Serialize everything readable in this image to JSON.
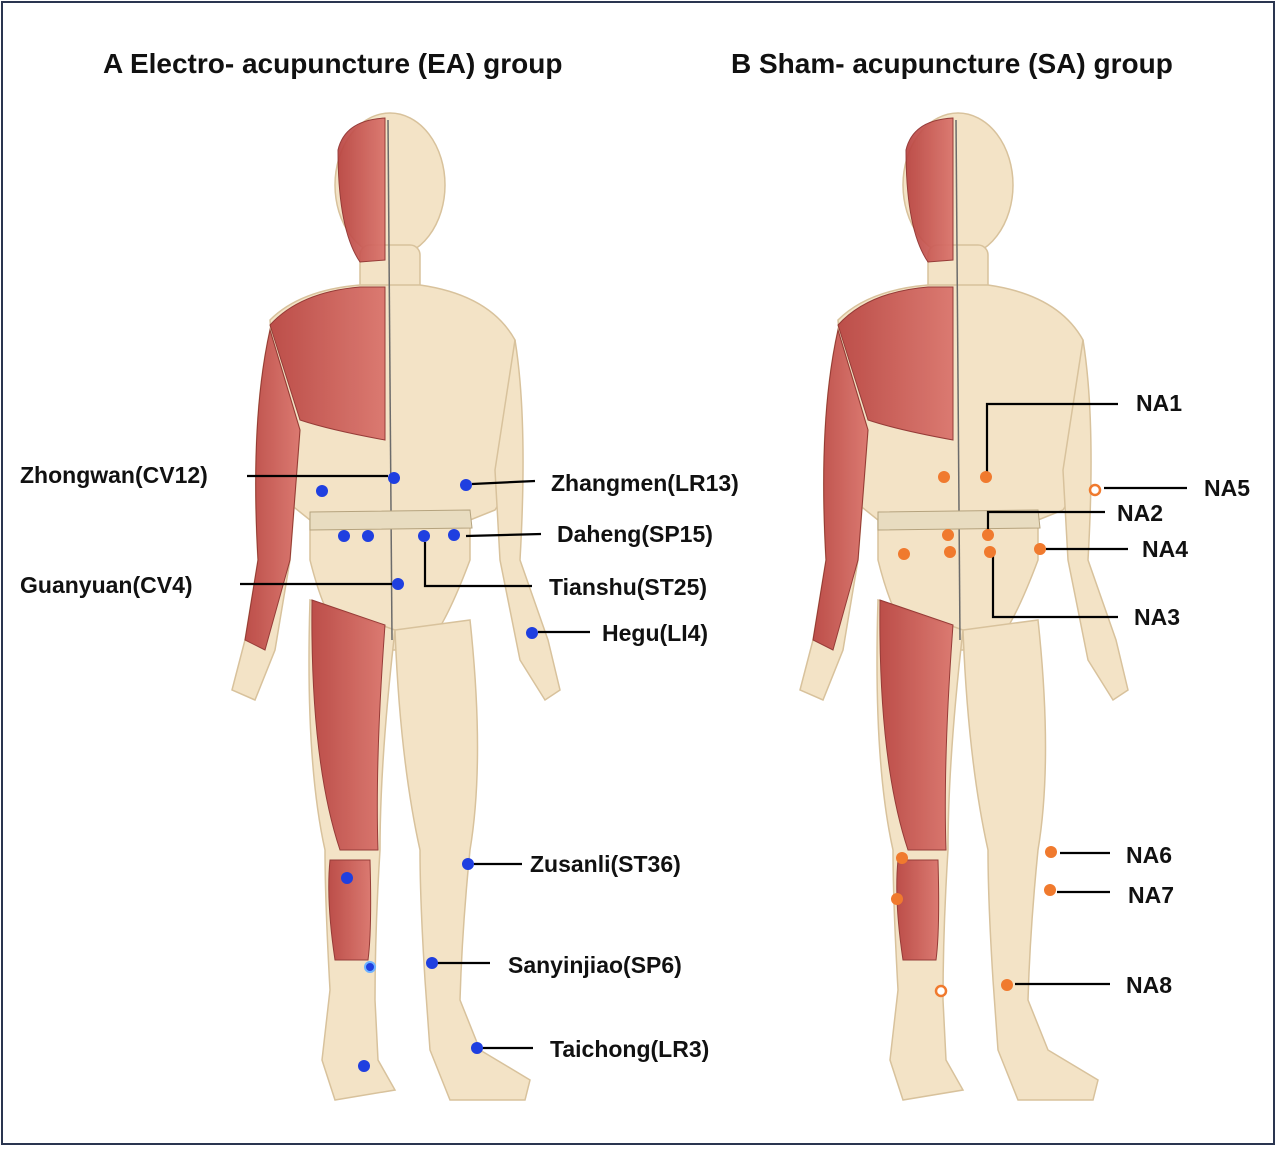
{
  "panel_a": {
    "title": "A  Electro- acupuncture (EA) group",
    "point_color": "#1f3fe0",
    "labels": {
      "cv12": "Zhongwan(CV12)",
      "lr13": "Zhangmen(LR13)",
      "sp15": "Daheng(SP15)",
      "st25": "Tianshu(ST25)",
      "cv4": "Guanyuan(CV4)",
      "li4": "Hegu(LI4)",
      "st36": "Zusanli(ST36)",
      "sp6": "Sanyinjiao(SP6)",
      "lr3": "Taichong(LR3)"
    }
  },
  "panel_b": {
    "title": "B  Sham- acupuncture (SA) group",
    "point_color": "#f07a2e",
    "labels": {
      "na1": "NA1",
      "na2": "NA2",
      "na3": "NA3",
      "na4": "NA4",
      "na5": "NA5",
      "na6": "NA6",
      "na7": "NA7",
      "na8": "NA8"
    }
  },
  "colors": {
    "skin": "#f3e3c6",
    "muscle": "#c4534f",
    "frame": "#2a3550"
  }
}
